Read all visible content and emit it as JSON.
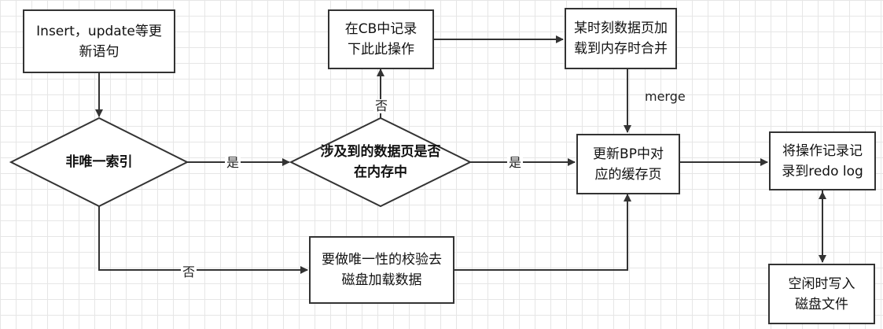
{
  "nodes": {
    "insert_update": "Insert，update等更新语句",
    "non_unique_index": "非唯一索引",
    "page_in_memory": "涉及到的数据页是否在内存中",
    "record_in_cb": "在CB中记录下此此操作",
    "merge_on_load": "某时刻数据页加载到内存时合并",
    "update_bp": "更新BP中对应的缓存页",
    "write_redo_log": "将操作记录记录到redo log",
    "idle_write_disk": "空闲时写入磁盘文件",
    "unique_check_load": "要做唯一性的校验去磁盘加载数据"
  },
  "edge_labels": {
    "yes_index": "是",
    "yes_memory": "是",
    "no_memory": "否",
    "no_index": "否",
    "merge": "merge"
  },
  "colors": {
    "line": "#333333",
    "grid": "#e6e6e6"
  }
}
